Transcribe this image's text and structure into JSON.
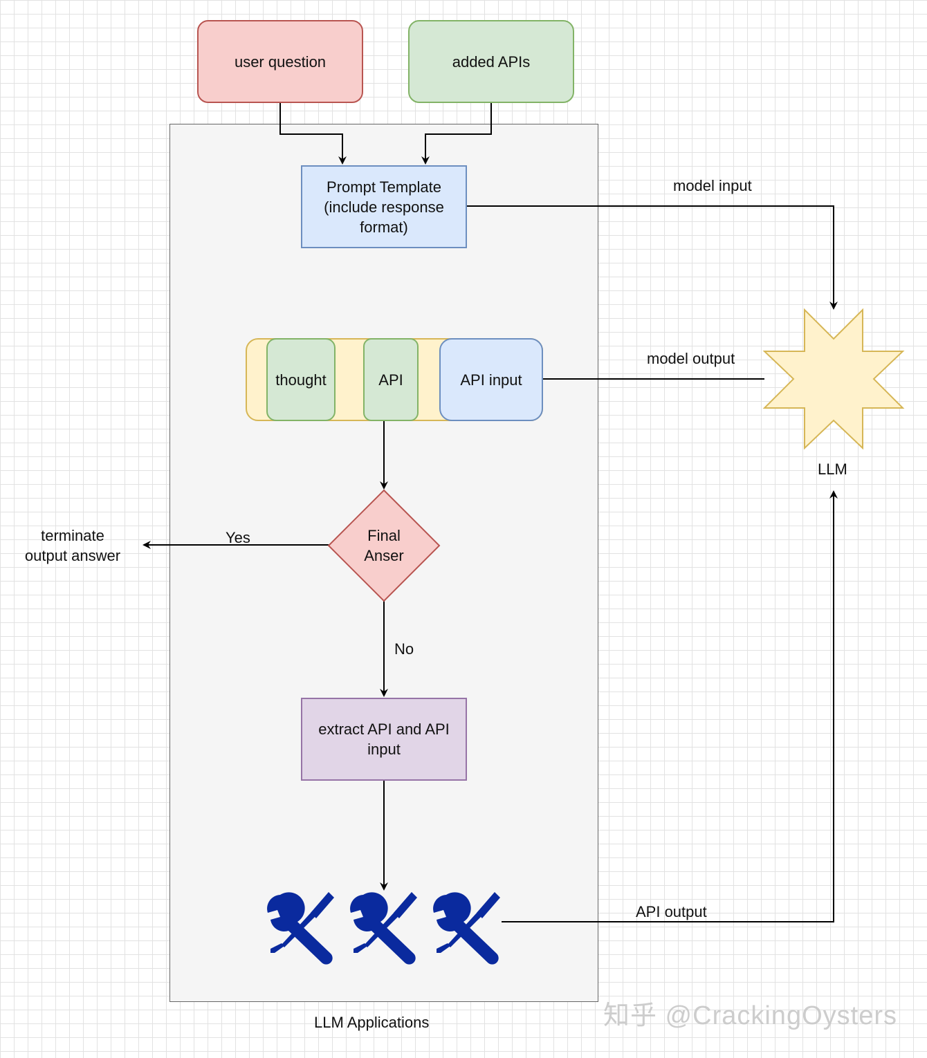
{
  "nodes": {
    "user_question": "user question",
    "added_apis": "added APIs",
    "prompt_template": "Prompt Template\n(include response\nformat)",
    "thought": "thought",
    "api": "API",
    "api_input": "API input",
    "final_answer": "Final\nAnser",
    "extract_api": "extract API and API\ninput",
    "llm": "LLM",
    "container_label": "LLM Applications",
    "terminate": "terminate\noutput answer"
  },
  "edges": {
    "model_input": "model input",
    "model_output": "model output",
    "yes": "Yes",
    "no": "No",
    "api_output": "API output"
  },
  "watermark": "知乎 @CrackingOysters",
  "colors": {
    "user_question_fill": "#f8cecc",
    "user_question_stroke": "#b85450",
    "added_apis_fill": "#d5e8d4",
    "added_apis_stroke": "#82b366",
    "prompt_fill": "#dae8fc",
    "prompt_stroke": "#6c8ebf",
    "group_fill": "#fff2cc",
    "group_stroke": "#d6b656",
    "extract_fill": "#e1d5e7",
    "extract_stroke": "#9673a6",
    "llm_fill": "#fff2cc",
    "llm_stroke": "#d6b656",
    "tool_color": "#0a2a9e"
  },
  "icons": [
    "tools-icon",
    "tools-icon",
    "tools-icon"
  ]
}
